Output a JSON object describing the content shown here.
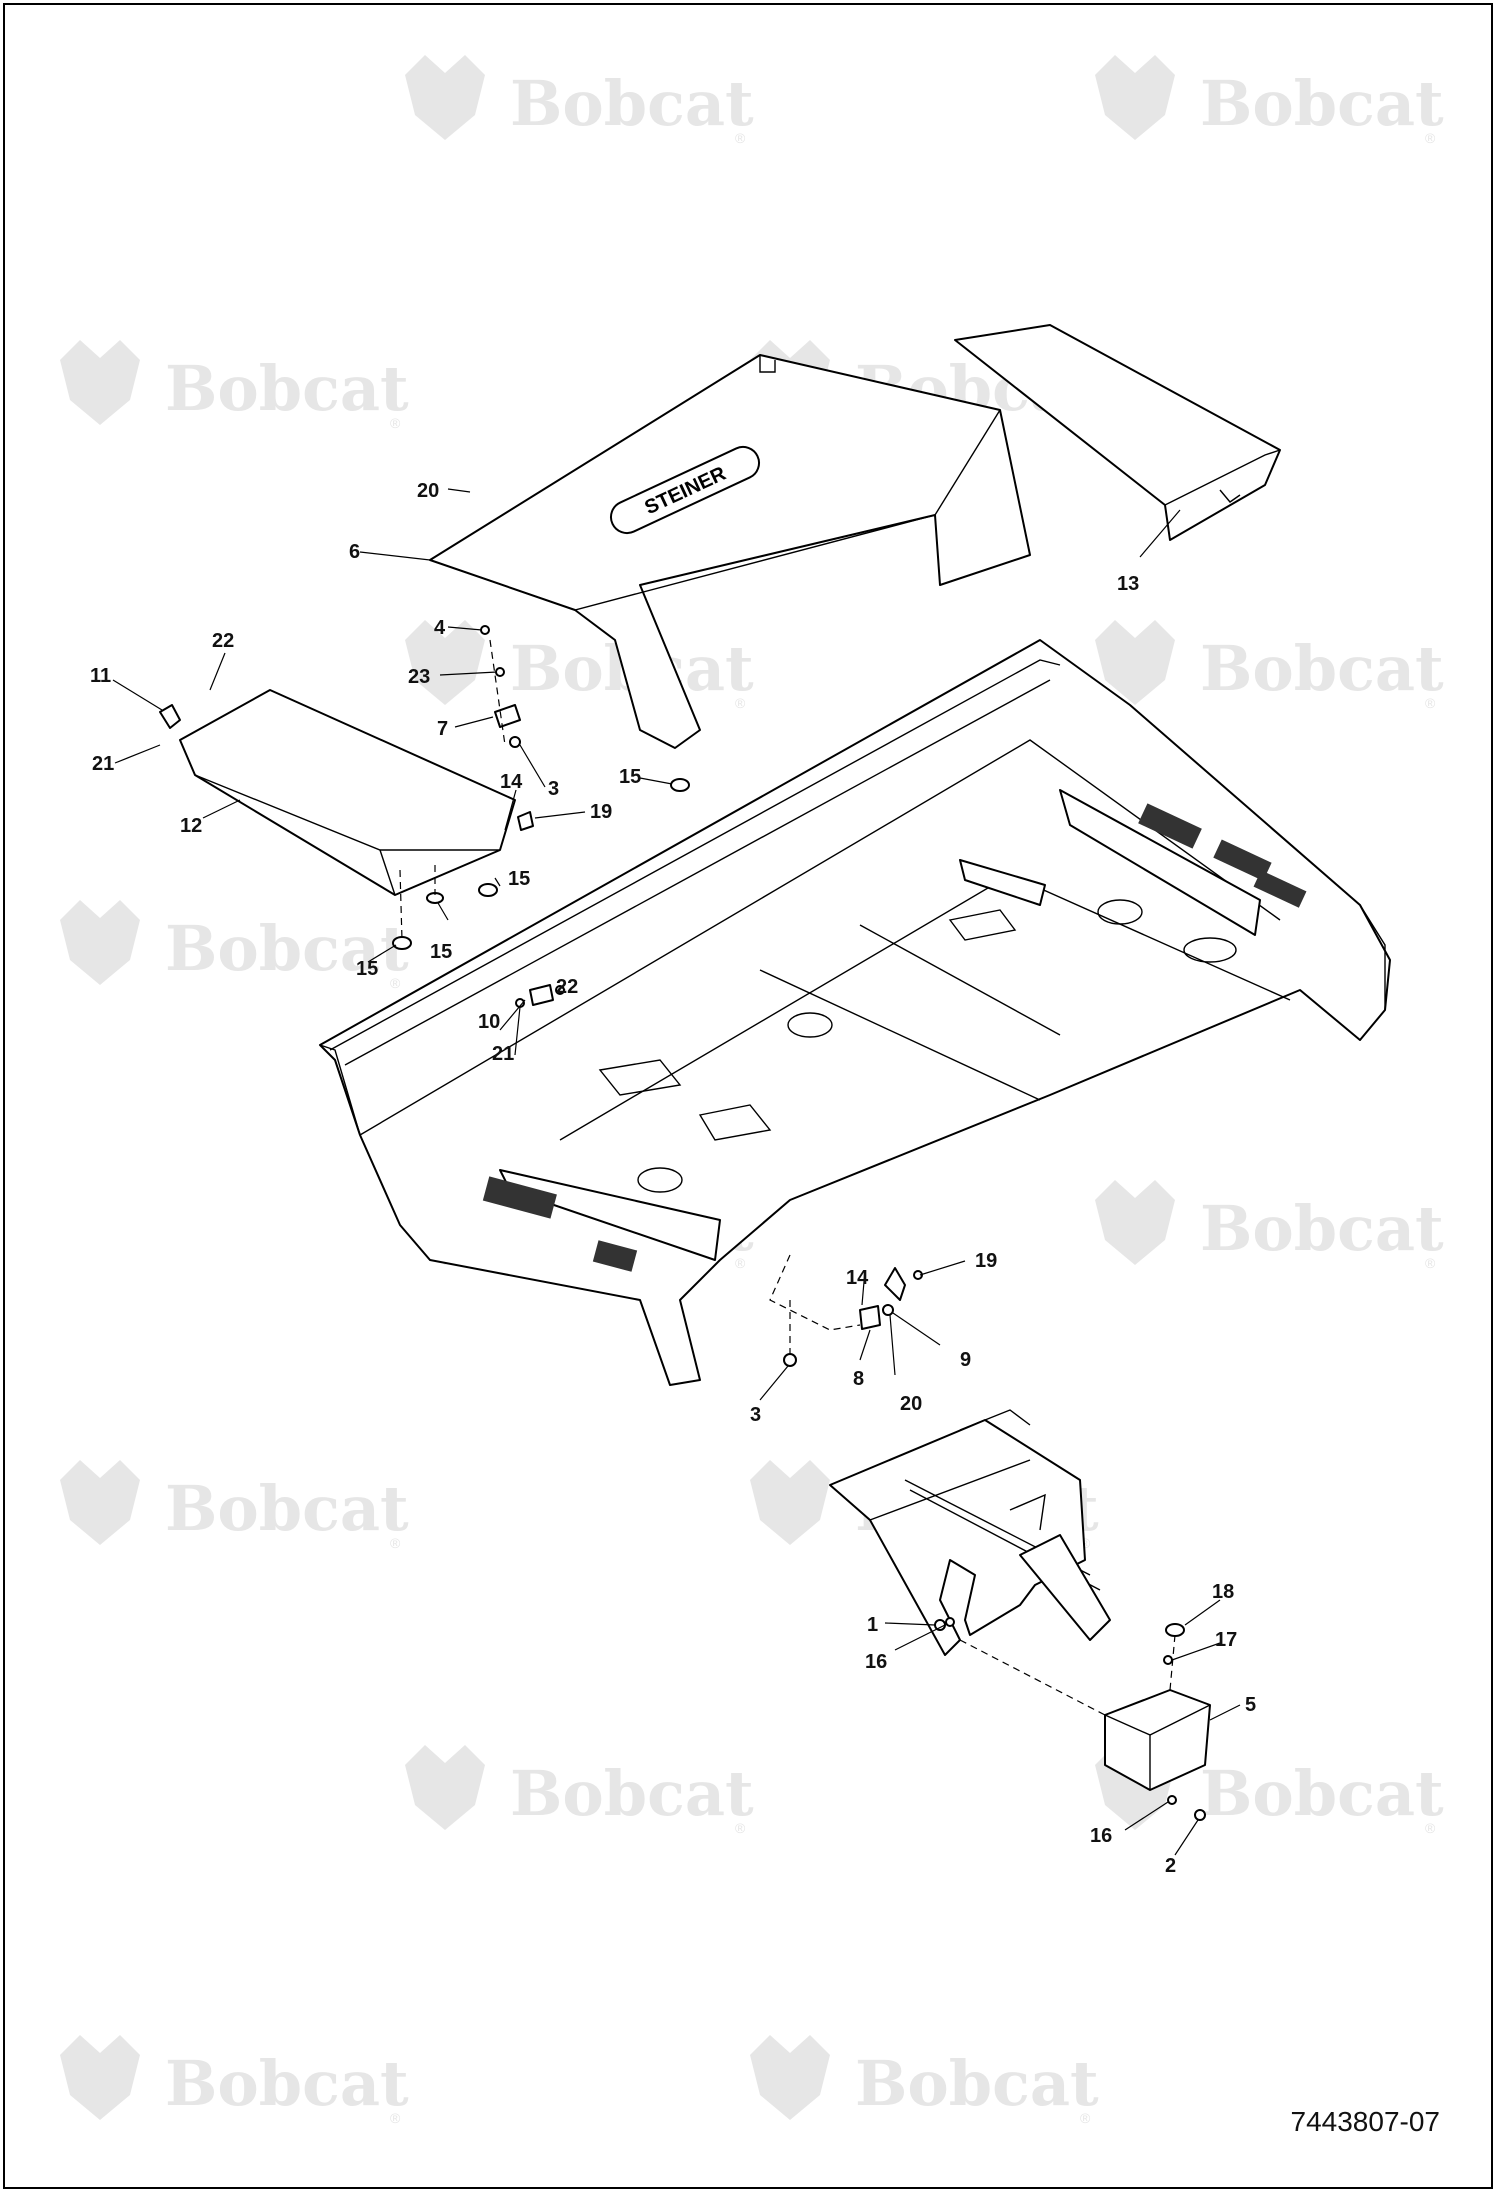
{
  "watermark": {
    "text": "Bobcat",
    "color": "#e6e6e6"
  },
  "decal_brand": "STEINER",
  "drawing_number": "7443807-07",
  "callouts": [
    {
      "id": "c20a",
      "label": "20"
    },
    {
      "id": "c6",
      "label": "6"
    },
    {
      "id": "c13",
      "label": "13"
    },
    {
      "id": "c4",
      "label": "4"
    },
    {
      "id": "c22a",
      "label": "22"
    },
    {
      "id": "c11",
      "label": "11"
    },
    {
      "id": "c23",
      "label": "23"
    },
    {
      "id": "c7",
      "label": "7"
    },
    {
      "id": "c21a",
      "label": "21"
    },
    {
      "id": "c3a",
      "label": "3"
    },
    {
      "id": "c14a",
      "label": "14"
    },
    {
      "id": "c15a",
      "label": "15"
    },
    {
      "id": "c12",
      "label": "12"
    },
    {
      "id": "c19a",
      "label": "19"
    },
    {
      "id": "c15b",
      "label": "15"
    },
    {
      "id": "c15c",
      "label": "15"
    },
    {
      "id": "c15d",
      "label": "15"
    },
    {
      "id": "c22b",
      "label": "22"
    },
    {
      "id": "c10",
      "label": "10"
    },
    {
      "id": "c21b",
      "label": "21"
    },
    {
      "id": "c14b",
      "label": "14"
    },
    {
      "id": "c19b",
      "label": "19"
    },
    {
      "id": "c9",
      "label": "9"
    },
    {
      "id": "c8",
      "label": "8"
    },
    {
      "id": "c20b",
      "label": "20"
    },
    {
      "id": "c3b",
      "label": "3"
    },
    {
      "id": "c18",
      "label": "18"
    },
    {
      "id": "c1",
      "label": "1"
    },
    {
      "id": "c17",
      "label": "17"
    },
    {
      "id": "c16a",
      "label": "16"
    },
    {
      "id": "c5",
      "label": "5"
    },
    {
      "id": "c16b",
      "label": "16"
    },
    {
      "id": "c2",
      "label": "2"
    }
  ]
}
